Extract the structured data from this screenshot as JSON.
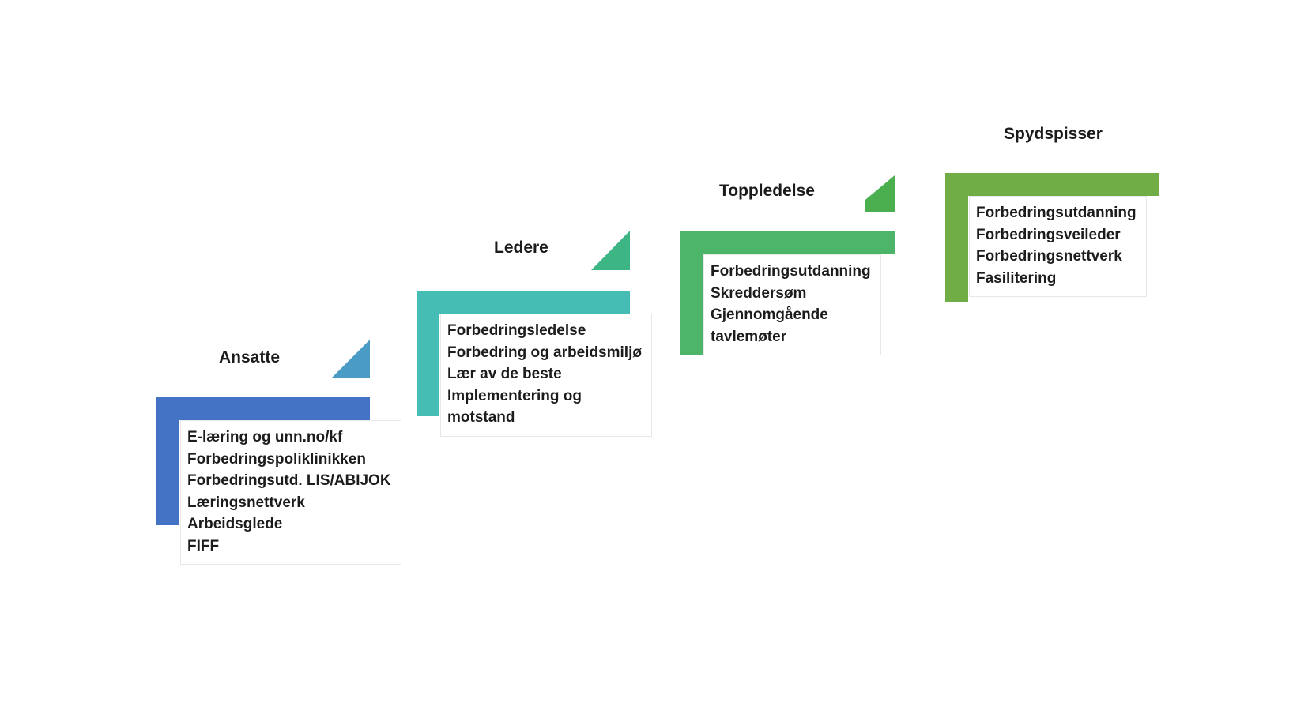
{
  "diagram": {
    "groups": [
      {
        "label": "Ansatte",
        "bar_color": "#4472C4",
        "triangle_color": "#4A9CC6",
        "items": [
          "E-læring og unn.no/kf",
          "Forbedringspoliklinikken",
          "Forbedringsutd. LIS/ABIJOK",
          "Læringsnettverk",
          "Arbeidsglede",
          "FIFF"
        ]
      },
      {
        "label": "Ledere",
        "bar_color": "#45BCB4",
        "triangle_color": "#3EB585",
        "items": [
          "Forbedringsledelse",
          "Forbedring og arbeidsmiljø",
          "Lær av de beste",
          "Implementering og",
          "motstand"
        ]
      },
      {
        "label": "Toppledelse",
        "bar_color": "#4DB56A",
        "triangle_color": "#4BAE4F",
        "items": [
          "Forbedringsutdanning",
          "Skreddersøm",
          "Gjennomgående",
          "tavlemøter"
        ]
      },
      {
        "label": "Spydspisser",
        "bar_color": "#70AD47",
        "triangle_color": null,
        "items": [
          "Forbedringsutdanning",
          "Forbedringsveileder",
          "Forbedringsnettverk",
          "Fasilitering"
        ]
      }
    ]
  }
}
